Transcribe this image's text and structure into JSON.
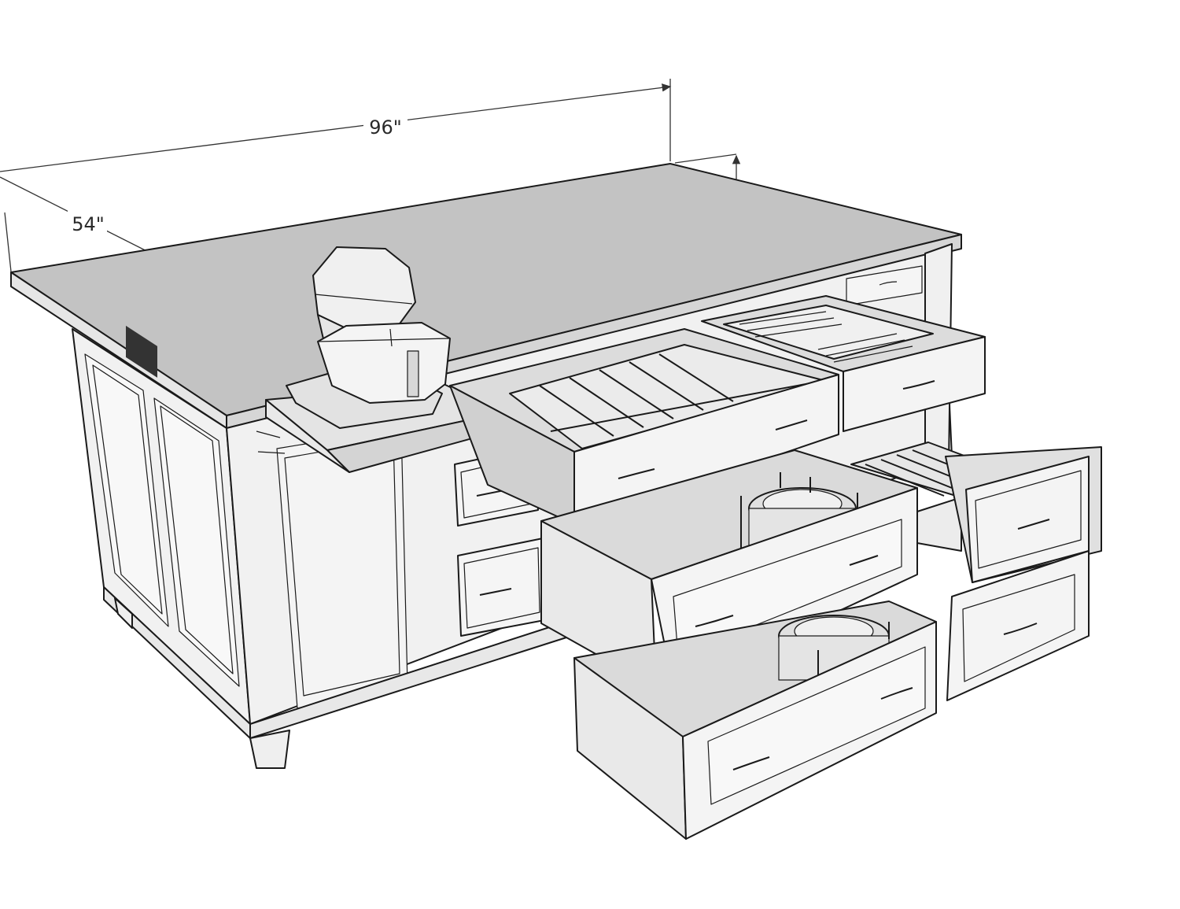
{
  "dimensions": {
    "width_label": "96\"",
    "depth_label": "54\""
  },
  "colors": {
    "countertop": "#c3c3c3",
    "cabinet": "#f1f1f1",
    "cabinet_shade": "#e2e2e2",
    "drawer_interior": "#d9d9d9",
    "mixer": "#efefef",
    "line": "#1a1a1a"
  },
  "components": {
    "countertop": "countertop",
    "stand_mixer": "stand-mixer",
    "lift_shelf": "mixer-lift-shelf",
    "utensil_drawer": "utensil-divider-drawer",
    "cutlery_drawer": "cutlery-drawer",
    "peg_drawer_upper": "plate-peg-drawer-upper",
    "peg_drawer_lower": "plate-peg-drawer-lower",
    "tray_divider": "tray-divider-rack"
  }
}
